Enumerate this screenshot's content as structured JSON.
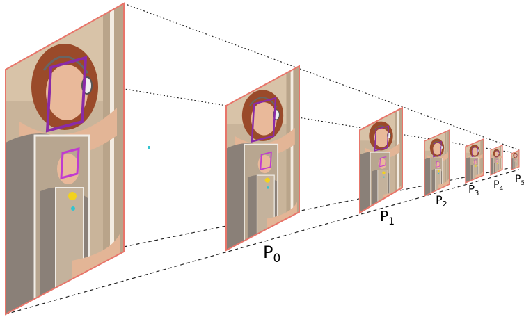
{
  "colors": {
    "frame_border": "#e8756a",
    "photo_wall": "#c9b49a",
    "photo_warm": "#e2c7a8",
    "sweater": "#8a8078",
    "hair": "#9a4a2a",
    "skin": "#e9b99a",
    "face_box": "#8a2aa8",
    "marker_yellow": "#f2d21e",
    "marker_cyan": "#33c4d0"
  },
  "pyramid": {
    "levels": [
      {
        "id": "input",
        "label": ""
      },
      {
        "id": "p0",
        "label": "P",
        "sub": "0"
      },
      {
        "id": "p1",
        "label": "P",
        "sub": "1"
      },
      {
        "id": "p2",
        "label": "P",
        "sub": "2"
      },
      {
        "id": "p3",
        "label": "P",
        "sub": "3"
      },
      {
        "id": "p4",
        "label": "P",
        "sub": "4"
      },
      {
        "id": "p5",
        "label": "P",
        "sub": "5"
      }
    ]
  }
}
